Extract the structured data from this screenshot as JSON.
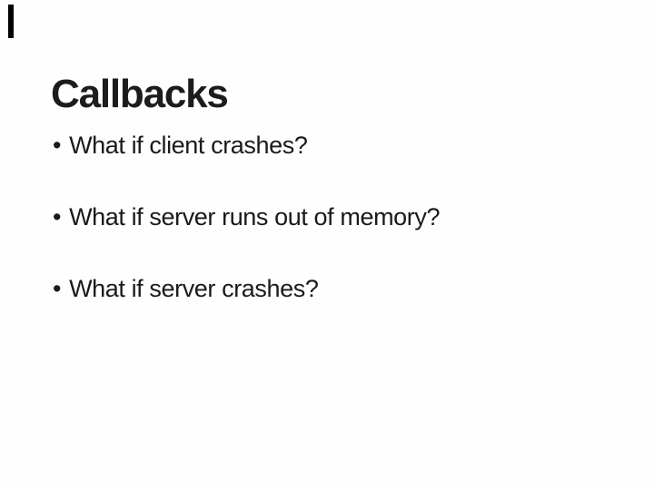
{
  "slide": {
    "title": "Callbacks",
    "bullet_char": "•",
    "bullets": [
      "What if client crashes?",
      "What if server runs out of memory?",
      "What if server crashes?"
    ],
    "colors": {
      "background": "#ffffff",
      "text": "#1a1a1a",
      "edge_bar": "#000000"
    }
  }
}
